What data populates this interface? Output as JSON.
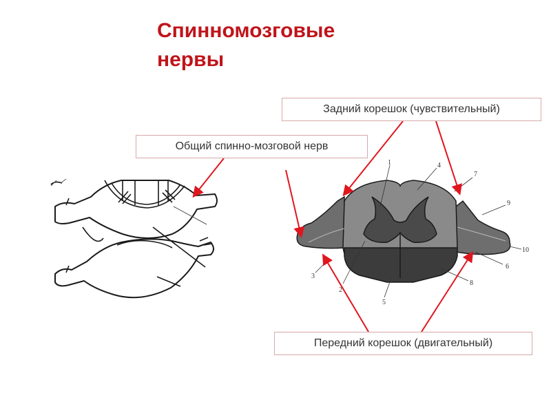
{
  "title": "Спинномозговые нервы",
  "callouts": {
    "posterior_root": "Задний корешок (чувствительный)",
    "common_nerve": "Общий спинно-мозговой нерв",
    "anterior_root": "Передний корешок (двигательный)"
  },
  "figure_numbers": [
    "1",
    "2",
    "3",
    "4",
    "5",
    "6",
    "7",
    "8",
    "9",
    "10"
  ],
  "colors": {
    "title": "#c0141b",
    "arrow": "#e0161e",
    "callout_border": "#d8a8a8"
  }
}
